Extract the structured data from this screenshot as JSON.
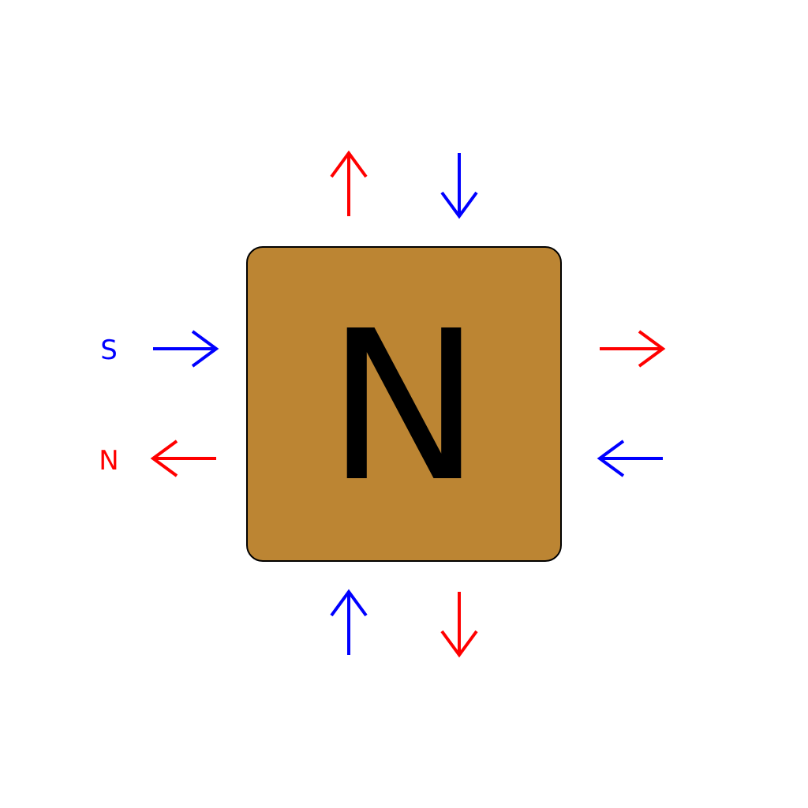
{
  "magnet": {
    "pole_label": "N",
    "fill_color": "#bc8533",
    "border_color": "#000000"
  },
  "legend": [
    {
      "label": "S",
      "color": "#0000ff",
      "arrow_direction": "right"
    },
    {
      "label": "N",
      "color": "#ff0000",
      "arrow_direction": "left"
    }
  ],
  "arrows": {
    "top": [
      {
        "color": "#ff0000",
        "direction": "up"
      },
      {
        "color": "#0000ff",
        "direction": "down"
      }
    ],
    "right": [
      {
        "color": "#ff0000",
        "direction": "right"
      },
      {
        "color": "#0000ff",
        "direction": "left"
      }
    ],
    "bottom": [
      {
        "color": "#0000ff",
        "direction": "up"
      },
      {
        "color": "#ff0000",
        "direction": "down"
      }
    ]
  }
}
